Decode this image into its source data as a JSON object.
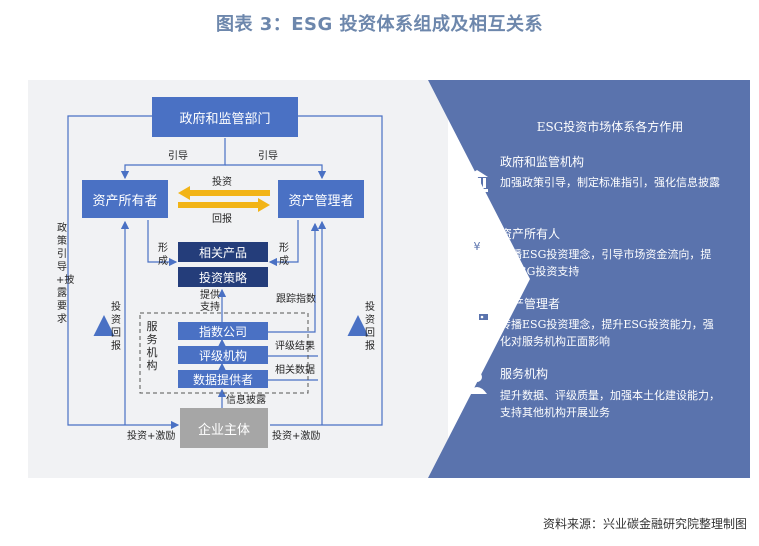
{
  "title": "图表 3：ESG 投资体系组成及相互关系",
  "source": "资料来源：兴业碳金融研究院整理制图",
  "diagram": {
    "gov": "政府和监管部门",
    "owner": "资产所有者",
    "manager": "资产管理者",
    "products": "相关产品",
    "strategy": "投资策略",
    "index_co": "指数公司",
    "rating_co": "评级机构",
    "data_provider": "数据提供者",
    "enterprise": "企业主体",
    "service_group": "服务机构",
    "guide_left": "引导",
    "guide_right": "引导",
    "invest": "投资",
    "return": "回报",
    "form_left": "形成",
    "form_right": "形成",
    "support": "提供支持",
    "track_index": "跟踪指数",
    "rating_result": "评级结果",
    "related_data": "相关数据",
    "info_disclosure": "信息披露",
    "policy_guide": "政策引导+披露要求",
    "invest_return_left": "投资回报",
    "invest_return_right": "投资回报",
    "invest_incentive_left": "投资+激励",
    "invest_incentive_right": "投资+激励"
  },
  "panel": {
    "title": "ESG投资市场体系各方作用",
    "items": [
      {
        "icon": "government-building-icon",
        "heading": "政府和监管机构",
        "desc": "加强政策引导，制定标准指引，强化信息披露"
      },
      {
        "icon": "yuan-coin-hand-icon",
        "heading": "资产所有人",
        "desc": "传播ESG投资理念，引导市场资金流向，提供ESG投资支持"
      },
      {
        "icon": "wallet-icon",
        "heading": "资产管理者",
        "desc": "传播ESG投资理念，提升ESG投资能力，强化对服务机构正面影响"
      },
      {
        "icon": "person-icon",
        "heading": "服务机构",
        "desc": "提升数据、评级质量，加强本土化建设能力，支持其他机构开展业务"
      }
    ]
  },
  "colors": {
    "title": "#6d87ac",
    "box_blue": "#4a71c4",
    "box_dark": "#243d7a",
    "enterprise_gray": "#a6a6a6",
    "panel_right": "#5a73ad",
    "arrow_gold": "#f2b417"
  }
}
